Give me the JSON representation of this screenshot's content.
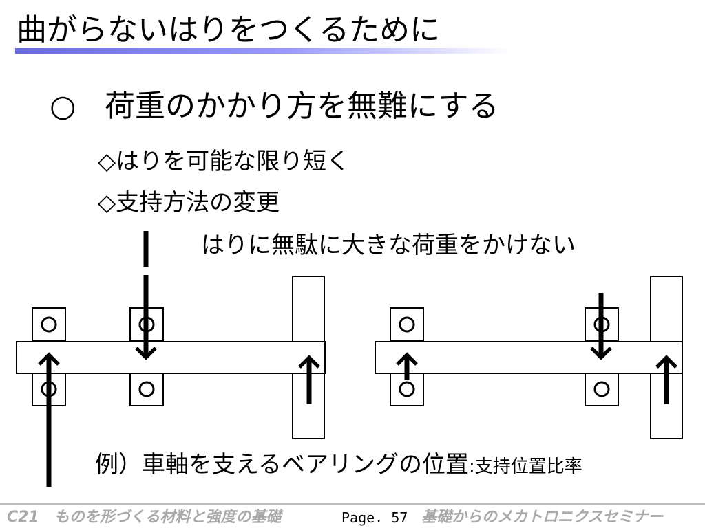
{
  "slide": {
    "title": "曲がらないはりをつくるために",
    "heading_mark": "○",
    "heading": "荷重のかかり方を無難にする",
    "bullets": [
      "◇はりを可能な限り短く",
      "◇支持方法の変更"
    ],
    "note": "はりに無駄に大きな荷重をかけない",
    "example_main": "例）車軸を支えるベアリングの位置",
    "example_small": ":支持位置比率"
  },
  "footer": {
    "left": "C21　ものを形づくる材料と強度の基礎",
    "page": "Page. 57",
    "right": "基礎からのメカトロニクスセミナー"
  },
  "colors": {
    "title_underline": "#9999ff",
    "footer_text": "#a9a9a9",
    "footer_line": "#bdbdbd"
  }
}
